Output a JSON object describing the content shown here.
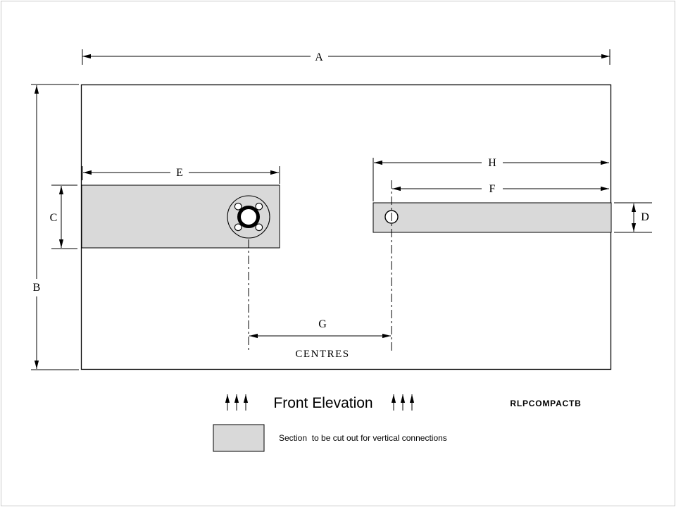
{
  "drawing": {
    "dims": {
      "a": "A",
      "b": "B",
      "c": "C",
      "d": "D",
      "e": "E",
      "f": "F",
      "g": "G",
      "h": "H"
    },
    "centres_label": "CENTRES",
    "title": "Front Elevation",
    "code": "RLPCOMPACTB",
    "legend_text": "Section  to be cut out for vertical connections",
    "colors": {
      "section_fill": "#d9d9d9",
      "line": "#000000",
      "page_border": "#c9c9c9"
    }
  }
}
